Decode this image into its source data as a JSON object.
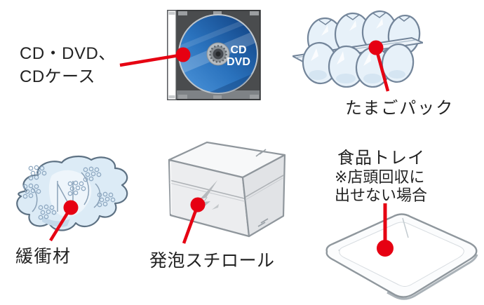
{
  "colors": {
    "accent": "#e60012",
    "text": "#222222"
  },
  "items": [
    {
      "name": "cd-dvd-case",
      "label_line1": "CD・DVD、",
      "label_line2": "CDケース",
      "disc_label_line1": "CD",
      "disc_label_line2": "DVD"
    },
    {
      "name": "egg-pack",
      "label": "たまごパック"
    },
    {
      "name": "cushioning-material",
      "label": "緩衝材"
    },
    {
      "name": "styrofoam",
      "label": "発泡スチロール"
    },
    {
      "name": "food-tray",
      "label": "食品トレイ",
      "note_line1": "※店頭回収に",
      "note_line2": "出せない場合"
    }
  ]
}
